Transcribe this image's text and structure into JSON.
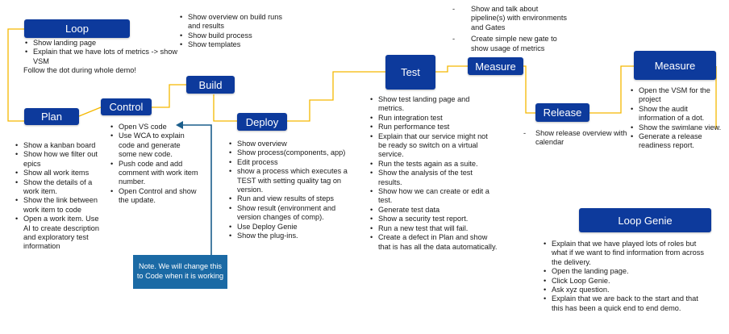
{
  "colors": {
    "box": "#0d3a9c",
    "connector": "#f5b800",
    "note": "#1b6aa5",
    "arrow": "#1b5e8c"
  },
  "stages": {
    "loop": "Loop",
    "plan": "Plan",
    "control": "Control",
    "build": "Build",
    "deploy": "Deploy",
    "test": "Test",
    "measure_small": "Measure",
    "release": "Release",
    "measure": "Measure",
    "loop_genie": "Loop Genie"
  },
  "notes": {
    "loop": [
      "Show landing page",
      "Explain that we have lots of metrics -> show VSM"
    ],
    "loop_footer": "Follow the dot during whole demo!",
    "build_top": [
      "Show overview on build runs and results",
      "Show build process",
      "Show templates"
    ],
    "measure_top": [
      "Show and talk about pipeline(s) with environments and Gates",
      "Create simple new gate to show usage of metrics"
    ],
    "plan": [
      "Show a kanban board",
      "Show how we filter out epics",
      "Show all work items",
      "Show the details of a work item.",
      "Show the link between work item to code",
      "Open a work item. Use AI to create description and exploratory test information"
    ],
    "control": [
      "Open VS code",
      "Use WCA to explain code and generate some new code.",
      "Push code and add comment with work item number.",
      "Open Control and show the update."
    ],
    "deploy": [
      "Show overview",
      "Show process(components, app)",
      "Edit process",
      "show a process which executes a TEST with setting quality tag on version.",
      "Run and view results of steps",
      "Show result (environment and version changes of comp).",
      "Use Deploy Genie",
      "Show the plug-ins."
    ],
    "test": [
      "Show test landing page and metrics.",
      "Run integration test",
      "Run performance test",
      "Explain that our service might not be ready so switch on a virtual service.",
      "Run the tests again as a suite.",
      "Show the analysis of the test results.",
      "Show how we can create or edit a test.",
      "Generate test data",
      "Show a security test report.",
      "Run a new test that will fail.",
      "Create a defect in Plan and show that is has all the data automatically."
    ],
    "release": [
      "Show release overview with calendar"
    ],
    "measure": [
      "Open the VSM for the project",
      "Show the audit information of a dot.",
      " Show the swimlane view.",
      "Generate a release readiness report."
    ],
    "loop_genie": [
      "Explain that we have played lots of roles but what if we want to find information from across the delivery.",
      "Open the landing page.",
      "Click Loop Genie.",
      "Ask xyz question.",
      "Explain that we are back to the start and that this has been a quick end to end demo."
    ]
  },
  "callout": "Note. We will change this to Code when it is working"
}
